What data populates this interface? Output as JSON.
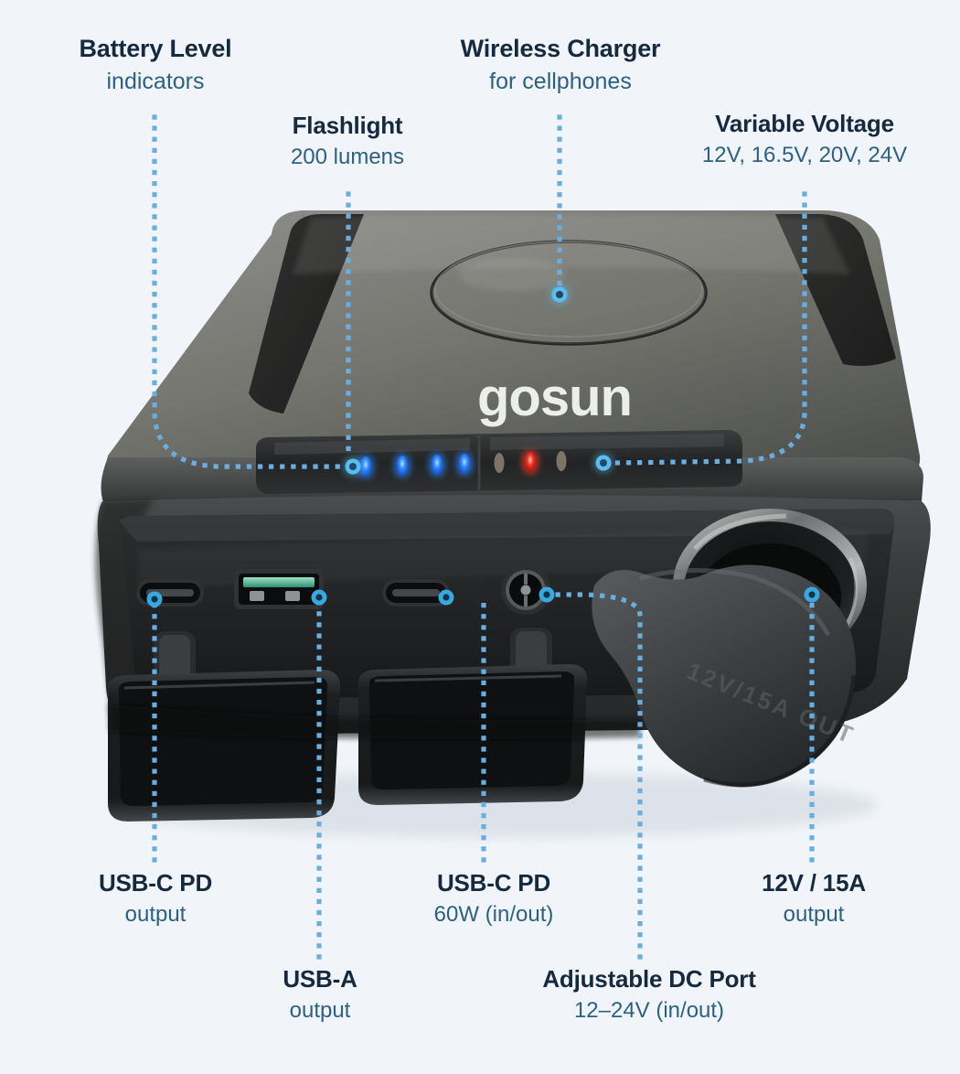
{
  "background_color": "#f1f5f9",
  "accent_color": "#6aaee0",
  "title_color": "#15293f",
  "subtitle_color": "#2c6183",
  "product": {
    "brand_logo_text": "gosun",
    "body_color": "#3a3c3d",
    "top_face_color": "#6e6f6d",
    "cap_emboss_text": "12V/15A OUT",
    "battery_leds": [
      {
        "name": "led-battery-1",
        "color": "#1f6fe0",
        "state": "on"
      },
      {
        "name": "led-battery-2",
        "color": "#1f6fe0",
        "state": "on"
      },
      {
        "name": "led-battery-3",
        "color": "#1f6fe0",
        "state": "on"
      },
      {
        "name": "led-battery-4",
        "color": "#1f6fe0",
        "state": "on"
      }
    ],
    "voltage_leds": [
      {
        "name": "led-voltage-1",
        "color": "#8a7f6c",
        "state": "off"
      },
      {
        "name": "led-voltage-2",
        "color": "#e02020",
        "state": "on"
      },
      {
        "name": "led-voltage-3",
        "color": "#8a7f6c",
        "state": "off"
      }
    ]
  },
  "callouts": [
    {
      "id": "battery-level",
      "title": "Battery Level",
      "subtitle": "indicators"
    },
    {
      "id": "flashlight",
      "title": "Flashlight",
      "subtitle": "200 lumens"
    },
    {
      "id": "wireless-charger",
      "title": "Wireless Charger",
      "subtitle": "for cellphones"
    },
    {
      "id": "variable-voltage",
      "title": "Variable Voltage",
      "subtitle": "12V, 16.5V, 20V, 24V"
    },
    {
      "id": "usb-c-pd-left",
      "title": "USB-C PD",
      "subtitle": "output"
    },
    {
      "id": "usb-a",
      "title": "USB-A",
      "subtitle": "output"
    },
    {
      "id": "usb-c-pd-60w",
      "title": "USB-C PD",
      "subtitle": "60W (in/out)"
    },
    {
      "id": "adjustable-dc-port",
      "title": "Adjustable DC Port",
      "subtitle": "12–24V (in/out)"
    },
    {
      "id": "twelve-volt-fifteen-amp",
      "title": "12V / 15A",
      "subtitle": "output"
    }
  ]
}
